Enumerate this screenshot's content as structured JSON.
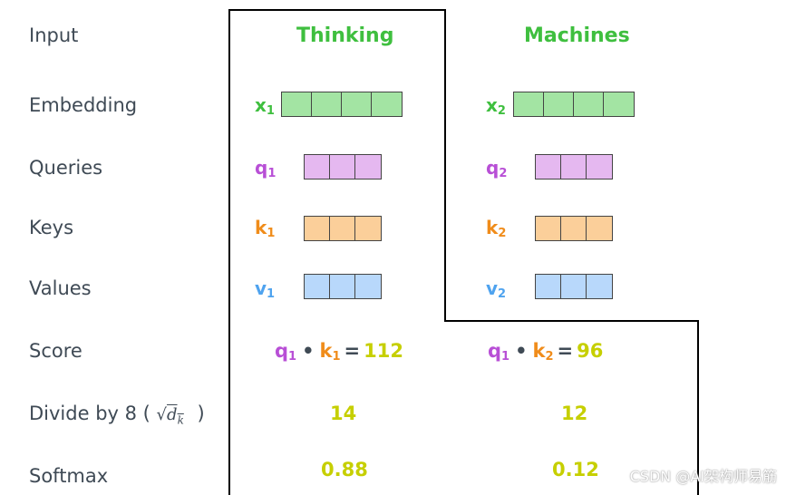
{
  "row_labels": {
    "input": "Input",
    "embedding": "Embedding",
    "queries": "Queries",
    "keys": "Keys",
    "values": "Values",
    "score": "Score",
    "divide_prefix": "Divide by 8 (",
    "divide_sqrt_symbol": "√",
    "divide_sqrt_var": "d",
    "divide_sqrt_sub": "k",
    "divide_suffix": ")",
    "softmax": "Softmax"
  },
  "colors": {
    "word": "#3fbf3f",
    "embedding": "#a3e4a3",
    "embedding_label": "#3fbf3f",
    "query": "#e5b8f0",
    "query_label": "#b84fd6",
    "key": "#fbcf9a",
    "key_label": "#f08c1a",
    "value": "#b8d8fb",
    "value_label": "#4fa3ef",
    "result": "#c6cf00",
    "operator": "#3f4a55"
  },
  "columns": [
    {
      "word": "Thinking",
      "x_label": "x",
      "x_sub": "1",
      "q_label": "q",
      "q_sub": "1",
      "k_label": "k",
      "k_sub": "1",
      "v_label": "v",
      "v_sub": "1",
      "score_q": "q",
      "score_q_sub": "1",
      "score_dot": "•",
      "score_k": "k",
      "score_k_sub": "1",
      "score_eq": "=",
      "score_value": "112",
      "divided": "14",
      "softmax": "0.88"
    },
    {
      "word": "Machines",
      "x_label": "x",
      "x_sub": "2",
      "q_label": "q",
      "q_sub": "2",
      "k_label": "k",
      "k_sub": "2",
      "v_label": "v",
      "v_sub": "2",
      "score_q": "q",
      "score_q_sub": "1",
      "score_dot": "•",
      "score_k": "k",
      "score_k_sub": "2",
      "score_eq": "=",
      "score_value": "96",
      "divided": "12",
      "softmax": "0.12"
    }
  ],
  "watermark": "CSDN @AI架构师易筋"
}
